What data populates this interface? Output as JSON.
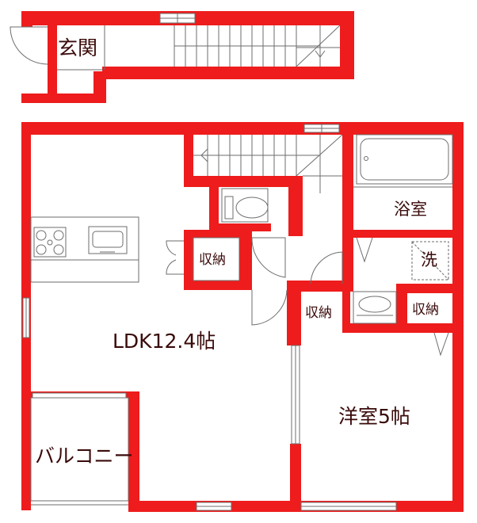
{
  "colors": {
    "wall": "#ee1c1c",
    "line": "#6e6e6e",
    "text": "#3a0a0a",
    "background": "#ffffff"
  },
  "rooms": {
    "entrance": "玄関",
    "ldk": "LDK12.4帖",
    "western_room": "洋室5帖",
    "bathroom": "浴室",
    "storage_center": "収納",
    "storage_hall": "収納",
    "storage_right": "収納",
    "balcony": "バルコニー"
  },
  "icons": {
    "washer_symbol": "洗"
  }
}
